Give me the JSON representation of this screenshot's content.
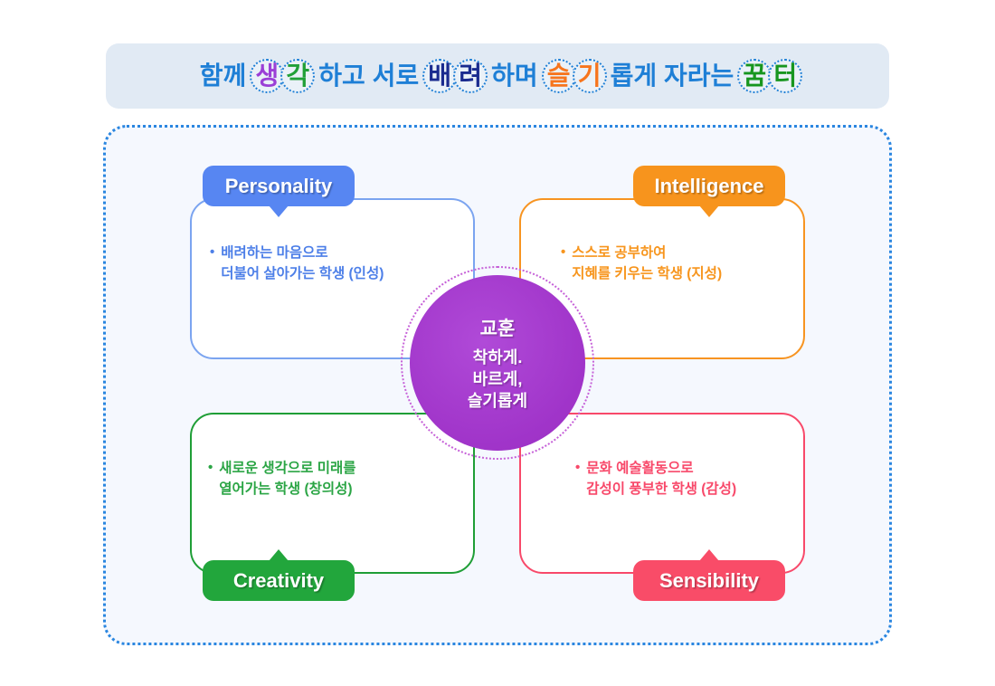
{
  "header": {
    "segments": [
      {
        "text": "함께",
        "color": "#1e7fd6",
        "circled": false
      },
      {
        "text": "생",
        "color": "#9b3fd6",
        "circled": true
      },
      {
        "text": "각",
        "color": "#21a038",
        "circled": true
      },
      {
        "text": "하고 서로",
        "color": "#1e7fd6",
        "circled": false
      },
      {
        "text": "배",
        "color": "#1a2b8f",
        "circled": true
      },
      {
        "text": "려",
        "color": "#1a2b8f",
        "circled": true
      },
      {
        "text": "하며",
        "color": "#1e7fd6",
        "circled": false
      },
      {
        "text": "슬",
        "color": "#f7751d",
        "circled": true
      },
      {
        "text": "기",
        "color": "#f7751d",
        "circled": true
      },
      {
        "text": "롭게 자라는",
        "color": "#1e7fd6",
        "circled": false
      },
      {
        "text": "꿈",
        "color": "#17961f",
        "circled": true
      },
      {
        "text": "터",
        "color": "#17961f",
        "circled": true
      }
    ],
    "full_text": "함께 생각 하고 서로 배려 하며 슬기 롭게 자라는 꿈터",
    "background_color": "#e1eaf4",
    "circle_border_color": "#1e7fd6"
  },
  "container": {
    "border_color": "#2a86e0",
    "background_color": "#f5f8fe"
  },
  "center": {
    "title": "교훈",
    "motto": "착하게.\n바르게,\n슬기롭게",
    "fill_color": "#a436cf",
    "ring_color": "#c661d8"
  },
  "quadrants": [
    {
      "key": "personality",
      "tab_label": "Personality",
      "tab_color": "#5786f2",
      "tab_pointer": "down",
      "body_text": "배려하는 마음으로\n더불어 살아가는 학생 (인성)",
      "bullet": "•",
      "text_color": "#4d7fe8",
      "border_color": "#7ba4f0"
    },
    {
      "key": "intelligence",
      "tab_label": "Intelligence",
      "tab_color": "#f7941d",
      "tab_pointer": "down",
      "body_text": "스스로 공부하여\n지혜를 키우는 학생 (지성)",
      "bullet": "•",
      "text_color": "#f7951d",
      "border_color": "#f79421"
    },
    {
      "key": "creativity",
      "tab_label": "Creativity",
      "tab_color": "#22a63c",
      "tab_pointer": "up",
      "body_text": "새로운 생각으로 미래를\n열어가는 학생 (창의성)",
      "bullet": "•",
      "text_color": "#2ba545",
      "border_color": "#1f9e36"
    },
    {
      "key": "sensibility",
      "tab_label": "Sensibility",
      "tab_color": "#f94c68",
      "tab_pointer": "up",
      "body_text": "문화 예술활동으로\n감성이 풍부한 학생 (감성)",
      "bullet": "•",
      "text_color": "#f8496a",
      "border_color": "#f8496a"
    }
  ]
}
